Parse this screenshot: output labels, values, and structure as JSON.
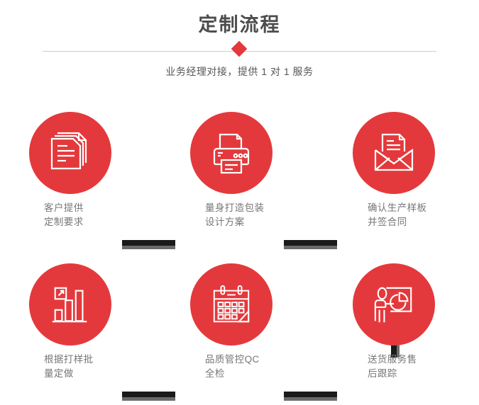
{
  "header": {
    "title": "定制流程",
    "subtitle": "业务经理对接，提供 1 对 1 服务",
    "accent_color": "#e4393c",
    "divider_color": "#cccccc",
    "title_color": "#4d4d4d"
  },
  "flow": {
    "label_color": "#777777",
    "connector_color": "#1a1a1a",
    "connector_shadow_color": "#6b6b6b",
    "steps": [
      {
        "index": 1,
        "icon": "documents-stack-icon",
        "label": "客户提供\n定制要求"
      },
      {
        "index": 2,
        "icon": "printer-icon",
        "label": "量身打造包装\n设计方案"
      },
      {
        "index": 3,
        "icon": "envelope-document-icon",
        "label": "确认生产样板\n并签合同"
      },
      {
        "index": 4,
        "icon": "bar-chart-growth-icon",
        "label": "根据打样批\n量定做"
      },
      {
        "index": 5,
        "icon": "calendar-icon",
        "label": "品质管控QC\n全检"
      },
      {
        "index": 6,
        "icon": "presentation-pie-chart-icon",
        "label": "送货服务售\n后跟踪"
      }
    ]
  }
}
